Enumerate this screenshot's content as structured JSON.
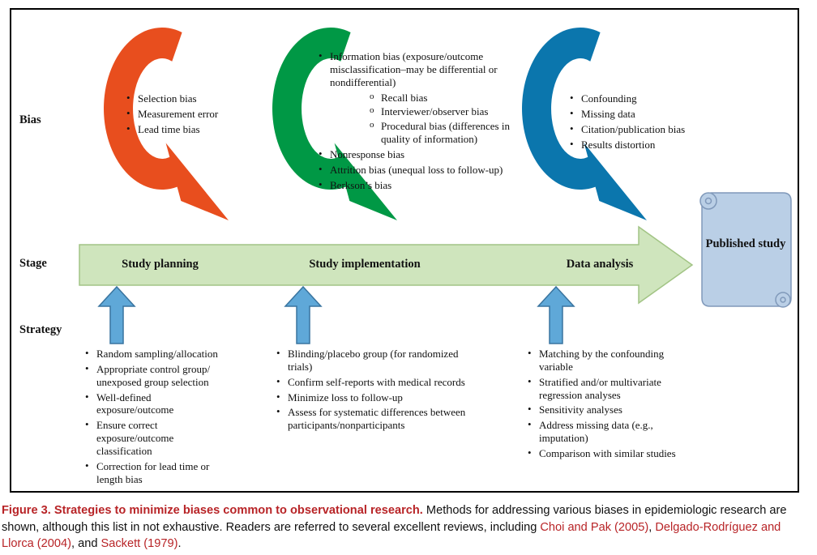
{
  "figure": {
    "row_labels": {
      "bias": "Bias",
      "stage": "Stage",
      "strategy": "Strategy"
    },
    "stages": [
      "Study planning",
      "Study implementation",
      "Data analysis"
    ],
    "published_label": "Published study",
    "bias": {
      "planning": [
        "Selection bias",
        "Measurement error",
        "Lead time bias"
      ],
      "implementation": {
        "items": [
          "Information bias (exposure/outcome\nmisclassification–may be differential or\nnondifferential)",
          "Nonresponse bias",
          "Attrition bias (unequal loss to follow-up)",
          "Berkson’s bias"
        ],
        "sub": [
          "Recall bias",
          "Interviewer/observer bias",
          "Procedural bias (differences in\nquality of information)"
        ]
      },
      "analysis": [
        "Confounding",
        "Missing data",
        "Citation/publication bias",
        "Results distortion"
      ]
    },
    "strategy": {
      "planning": [
        "Random sampling/allocation",
        "Appropriate control group/\nunexposed group selection",
        "Well-defined\nexposure/outcome",
        "Ensure correct\nexposure/outcome\nclassification",
        "Correction for lead time or\nlength bias"
      ],
      "implementation": [
        "Blinding/placebo group (for randomized\ntrials)",
        "Confirm self-reports with medical records",
        "Minimize loss to follow-up",
        "Assess for systematic differences between\nparticipants/nonparticipants"
      ],
      "analysis": [
        "Matching by the confounding\nvariable",
        "Stratified and/or multivariate\nregression analyses",
        "Sensitivity analyses",
        "Address missing data (e.g.,\nimputation)",
        "Comparison with similar studies"
      ]
    },
    "colors": {
      "planning_arrow": "#e84e1e",
      "implementation_arrow": "#009845",
      "analysis_arrow": "#0b76ad",
      "stage_bar_fill": "#cfe5bd",
      "stage_bar_border": "#a2c485",
      "strategy_arrow_fill": "#5fa8d8",
      "strategy_arrow_border": "#39749f",
      "scroll_fill": "#bacfe6",
      "scroll_border": "#8099ba",
      "caption_accent": "#b82427"
    }
  },
  "caption": {
    "title": "Figure 3. Strategies to minimize biases common to observational research.",
    "body": " Methods for addressing various biases in epidemiologic research are shown, although this list in not exhaustive. Readers are referred to several excellent reviews, including ",
    "links": [
      "Choi and Pak (2005)",
      "Delgado-Rodríguez and Llorca (2004)",
      "Sackett (1979)"
    ],
    "seps": [
      ", ",
      ", and ",
      "."
    ]
  }
}
